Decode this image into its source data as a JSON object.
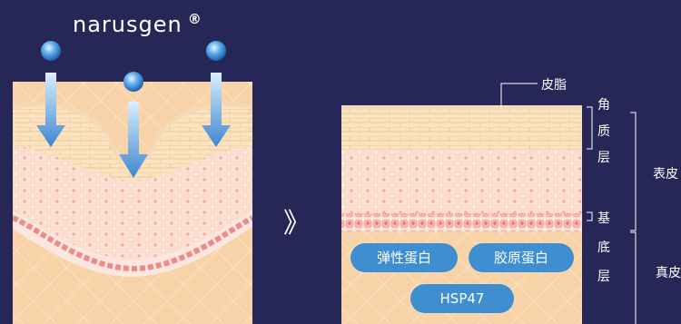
{
  "brand": {
    "name": "narusgen",
    "mark": "®"
  },
  "arrow_symbol": "》",
  "labels": {
    "sebum": "皮脂",
    "stratum_corneum": [
      "角",
      "质",
      "层"
    ],
    "basal_layer": [
      "基",
      "底",
      "层"
    ],
    "epidermis": "表皮",
    "dermis": "真皮"
  },
  "pills": {
    "elastin": "弹性蛋白",
    "collagen": "胶原蛋白",
    "hsp47": "HSP47"
  },
  "colors": {
    "background": "#262757",
    "dermis": "#f8d3a8",
    "cell": "#fde7ce",
    "pill": "#3f8fd0",
    "arrow": "#4a90d4"
  }
}
